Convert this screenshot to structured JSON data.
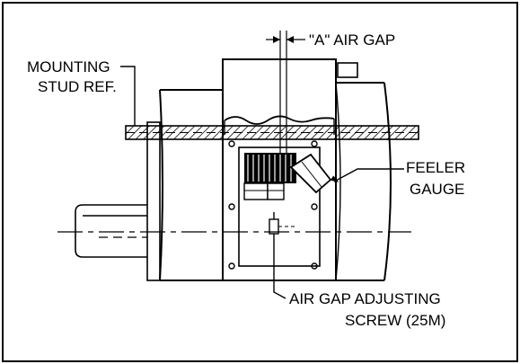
{
  "labels": {
    "air_gap": "\"A\" AIR GAP",
    "mounting_line1": "MOUNTING",
    "mounting_line2": "STUD REF.",
    "feeler_line1": "FEELER",
    "feeler_line2": "GAUGE",
    "screw_line1": "AIR GAP ADJUSTING",
    "screw_line2": "SCREW (25M)"
  },
  "colors": {
    "line": "#000000",
    "background": "#ffffff"
  }
}
